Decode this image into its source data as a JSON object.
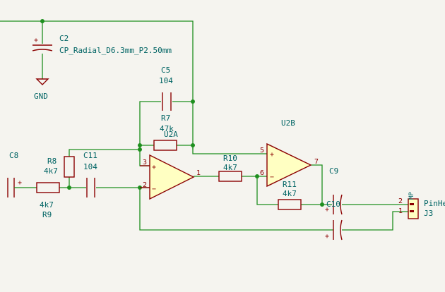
{
  "colors": {
    "background": "#f5f4ef",
    "wire": "#1e8f1e",
    "component": "#8b0000",
    "label": "#006464",
    "opamp_fill": "#ffffc2"
  },
  "components": {
    "c2": {
      "ref": "C2",
      "value": "CP_Radial_D6.3mm_P2.50mm",
      "polarity": "+"
    },
    "gnd": {
      "label": "GND"
    },
    "c5": {
      "ref": "C5",
      "value": "104"
    },
    "r7": {
      "ref": "R7",
      "value": "47k"
    },
    "u2a": {
      "ref": "U2A",
      "pin_plus": "3",
      "pin_minus": "2",
      "pin_out": "1",
      "sym_plus": "+",
      "sym_minus": "−"
    },
    "u2b": {
      "ref": "U2B",
      "pin_plus": "5",
      "pin_minus": "6",
      "pin_out": "7",
      "sym_plus": "+",
      "sym_minus": "−"
    },
    "r10": {
      "ref": "R10",
      "value": "4k7"
    },
    "r11": {
      "ref": "R11",
      "value": "4k7"
    },
    "c9": {
      "ref": "C9",
      "polarity": "+"
    },
    "c10": {
      "ref": "C10",
      "polarity": "+"
    },
    "c8": {
      "ref": "C8",
      "polarity": "+"
    },
    "r8": {
      "ref": "R8",
      "value": "4k7"
    },
    "r9": {
      "ref": "R9",
      "value": "4k7"
    },
    "c11": {
      "ref": "C11",
      "value": "104"
    },
    "j3": {
      "ref": "J3",
      "value": "PinHe",
      "pin1": "1",
      "pin2": "2",
      "vertical_tag": "MP"
    }
  }
}
